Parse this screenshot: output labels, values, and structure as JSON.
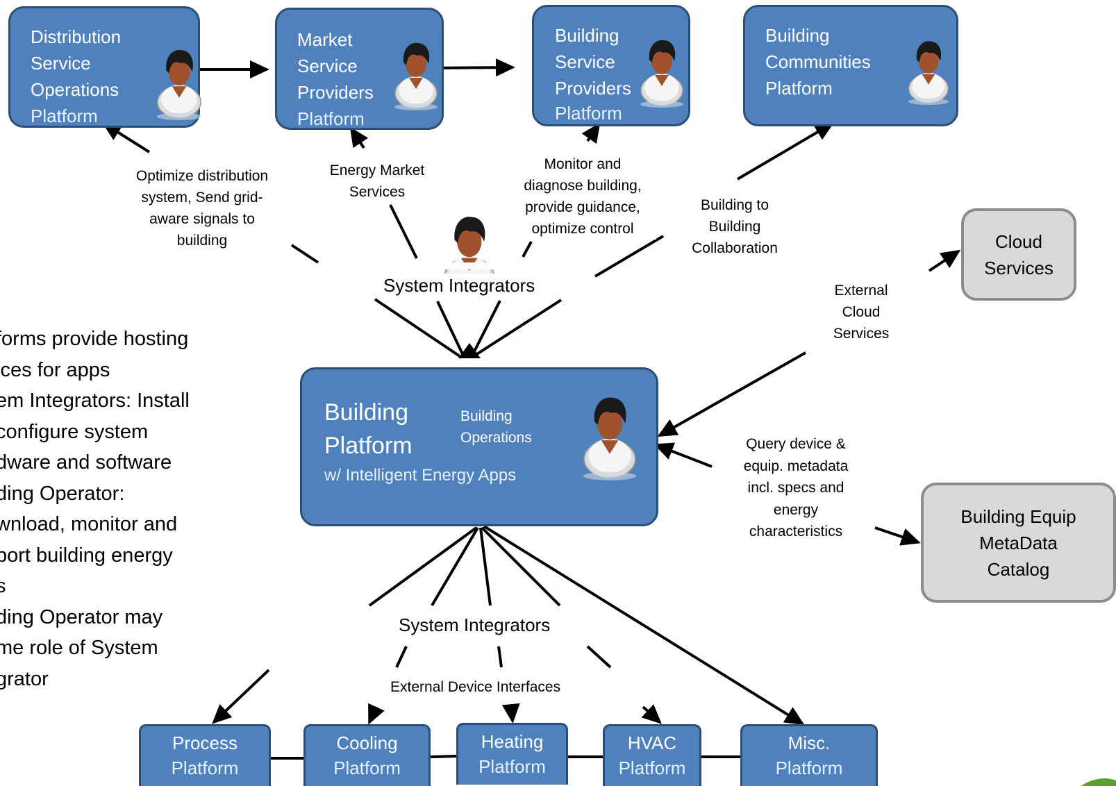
{
  "platforms": {
    "dso": {
      "title": "Distribution\nService\nOperations",
      "platform": "Platform"
    },
    "msp": {
      "title": "Market\nService\nProviders",
      "platform": "Platform"
    },
    "bsp": {
      "title": "Building\nService\nProviders",
      "platform": "Platform"
    },
    "bcp": {
      "title": "Building\nCommunities\nPlatform"
    },
    "building": {
      "title": "Building\nPlatform",
      "subtitle": "w/ Intelligent Energy Apps",
      "ops_label": "Building\nOperations"
    }
  },
  "external": {
    "cloud": "Cloud\nServices",
    "catalog": "Building Equip\nMetaData\nCatalog"
  },
  "edge_labels": {
    "optimize": "Optimize distribution\nsystem, Send grid-\naware signals to\nbuilding",
    "market": "Energy Market\nServices",
    "monitor": "Monitor and\ndiagnose building,\nprovide guidance,\noptimize control",
    "b2b": "Building to\nBuilding\nCollaboration",
    "cloud": "External\nCloud\nServices",
    "query": "Query device &\nequip. metadata\nincl. specs and\nenergy\ncharacteristics",
    "integrators_top": "System Integrators",
    "integrators_bottom": "System Integrators",
    "device_interfaces": "External Device Interfaces"
  },
  "device_platforms": [
    {
      "name": "Process",
      "platform": "Platform"
    },
    {
      "name": "Cooling",
      "platform": "Platform"
    },
    {
      "name": "Heating",
      "platform": "Platform"
    },
    {
      "name": "HVAC",
      "platform": "Platform"
    },
    {
      "name": "Misc.",
      "platform": "Platform"
    }
  ],
  "notes": "forms provide hosting\nices for apps\nem Integrators: Install\n configure system\ndware and software\nding Operator:\nwnload, monitor and\nport building energy\ns\nding Operator may\nme role of System\ngrator",
  "colors": {
    "platform_fill": "#4f81bd",
    "platform_border": "#2c4d75",
    "external_fill": "#d9d9d9",
    "external_border": "#8c8c8c"
  }
}
